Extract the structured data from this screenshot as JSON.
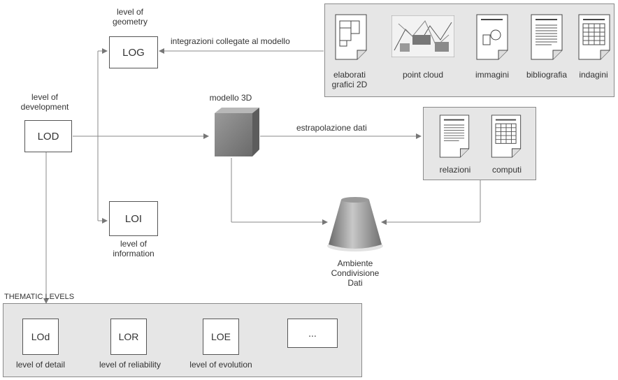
{
  "nodes": {
    "lod": {
      "label": "LOD",
      "caption": "level of\ndevelopment"
    },
    "log": {
      "label": "LOG",
      "caption": "level of\ngeometry"
    },
    "loi": {
      "label": "LOI",
      "caption": "level of\ninformation"
    }
  },
  "edges": {
    "integrations": "integrazioni collegate al modello",
    "extraction": "estrapolazione dati"
  },
  "model": {
    "caption": "modello 3D"
  },
  "cde": {
    "caption": "Ambiente\nCondivisione\nDati"
  },
  "top_panel": {
    "items": [
      {
        "label": "elaborati\ngrafici 2D",
        "icon": "drawing-2d-icon"
      },
      {
        "label": "point cloud",
        "icon": "point-cloud-image"
      },
      {
        "label": "immagini",
        "icon": "images-icon"
      },
      {
        "label": "bibliografia",
        "icon": "bibliography-icon"
      },
      {
        "label": "indagini",
        "icon": "surveys-icon"
      }
    ]
  },
  "output_panel": {
    "items": [
      {
        "label": "relazioni",
        "icon": "reports-icon"
      },
      {
        "label": "computi",
        "icon": "estimates-icon"
      }
    ]
  },
  "thematic": {
    "title": "THEMATIC LEVELS",
    "items": [
      {
        "label": "LOd",
        "caption": "level of detail"
      },
      {
        "label": "LOR",
        "caption": "level of reliability"
      },
      {
        "label": "LOE",
        "caption": "level of evolution"
      },
      {
        "label": "...",
        "caption": ""
      }
    ]
  },
  "colors": {
    "panel": "#e6e6e6",
    "line": "#8a8a8a",
    "box_border": "#555555"
  }
}
